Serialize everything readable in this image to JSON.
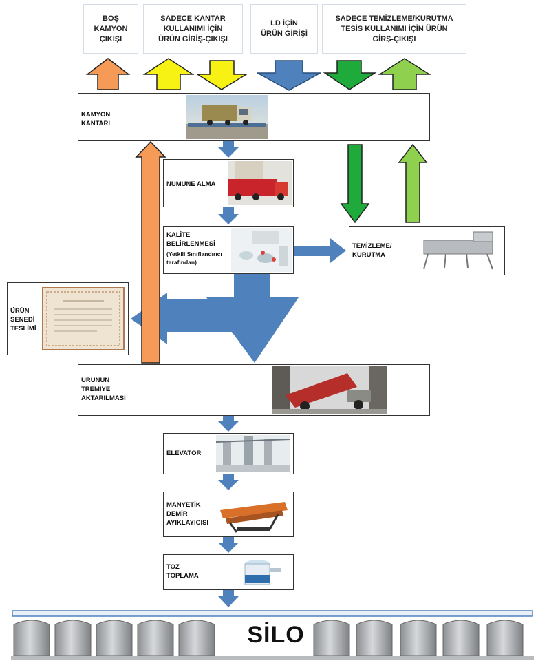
{
  "headers": [
    {
      "text": "BOŞ\nKAMYON\nÇIKIŞI"
    },
    {
      "text": "SADECE KANTAR\nKULLANIMI İÇİN\nÜRÜN GİRİŞ-ÇIKIŞI"
    },
    {
      "text": "LD İÇİN\nÜRÜN GİRİŞİ"
    },
    {
      "text": "SADECE TEMİZLEME/KURUTMA\nTESİS KULLANIMI İÇİN ÜRÜN\nGİRŞ-ÇIKIŞI"
    }
  ],
  "steps": {
    "kantar": "KAMYON\nKANTARI",
    "numune": "NUMUNE ALMA",
    "kalite": "KALİTE\nBELİRLENMESİ",
    "kalite_sub": "(Yetkili Sınıflandırıcı\ntarafından)",
    "temizleme": "TEMİZLEME/\nKURUTMA",
    "senet": "ÜRÜN\nSENEDİ\nTESLİMİ",
    "treme": "ÜRÜNÜN\nTREMİYE\nAKTARILMASI",
    "elevator": "ELEVATÖR",
    "manyetik": "MANYETİK\nDEMİR\nAYIKLAYICISI",
    "toz": "TOZ\nTOPLAMA",
    "silo": "SİLO"
  },
  "colors": {
    "orange": "#f59b57",
    "yellow": "#f7f214",
    "blue": "#4f81bd",
    "dark_green": "#1faa3c",
    "light_green": "#8fd14f"
  }
}
